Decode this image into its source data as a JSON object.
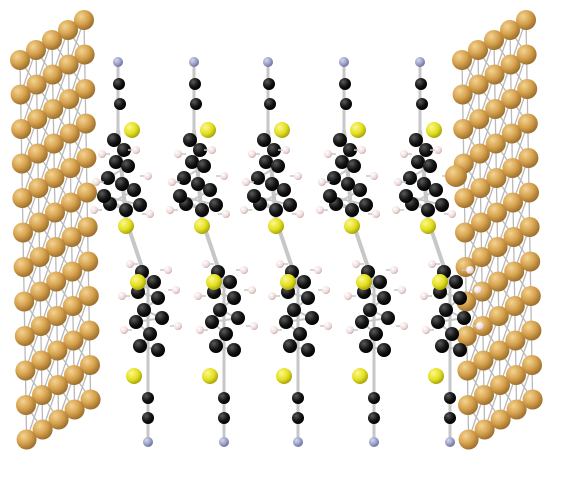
{
  "scene": {
    "subject": "molecular-junction",
    "electrode_count": 2,
    "chain_count": 5,
    "colors": {
      "background": "#ffffff",
      "gold_atom": "#d7a24e",
      "gold_highlight": "#f3d493",
      "gold_shadow": "#9c6f2c",
      "gold_bond": "#b9b9b9",
      "carbon": "#141414",
      "carbon_highlight": "#5a5a5a",
      "sulfur": "#e3df1f",
      "sulfur_highlight": "#fbf88f",
      "nitrogen": "#9aa0c8",
      "hydrogen": "#f0dada",
      "chain_bond": "#c7c7c7"
    }
  }
}
